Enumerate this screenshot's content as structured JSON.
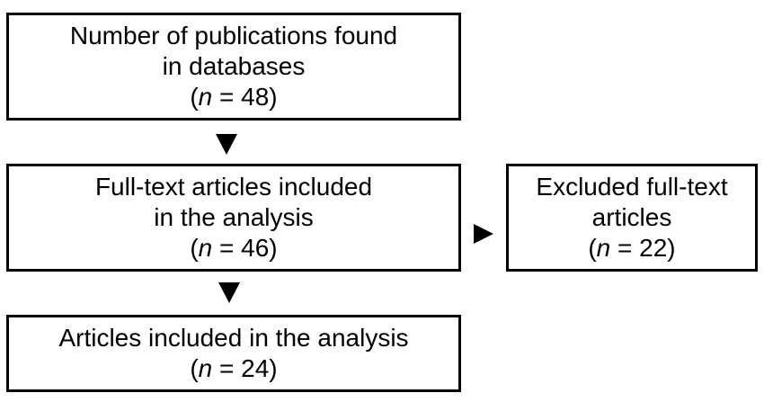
{
  "diagram": {
    "type": "flowchart",
    "colors": {
      "background": "#ffffff",
      "border": "#000000",
      "text": "#000000",
      "arrow": "#000000"
    },
    "boxes": [
      {
        "id": "publications-found",
        "lines": [
          "Number of publications found",
          "in databases"
        ],
        "n": {
          "open": "(",
          "var": "n",
          "rest": " = 48)",
          "value": 48
        }
      },
      {
        "id": "fulltext-included",
        "lines": [
          "Full-text articles included",
          "in the analysis"
        ],
        "n": {
          "open": "(",
          "var": "n",
          "rest": " = 46)",
          "value": 46
        }
      },
      {
        "id": "excluded-fulltext",
        "lines": [
          "Excluded full-text",
          "articles"
        ],
        "n": {
          "open": "(",
          "var": "n",
          "rest": " = 22)",
          "value": 22
        }
      },
      {
        "id": "articles-included",
        "lines": [
          "Articles included in the analysis"
        ],
        "n": {
          "open": "(",
          "var": "n",
          "rest": " = 24)",
          "value": 24
        }
      }
    ],
    "arrows": [
      {
        "from": "publications-found",
        "to": "fulltext-included",
        "direction": "down"
      },
      {
        "from": "fulltext-included",
        "to": "excluded-fulltext",
        "direction": "right"
      },
      {
        "from": "fulltext-included",
        "to": "articles-included",
        "direction": "down"
      }
    ]
  }
}
